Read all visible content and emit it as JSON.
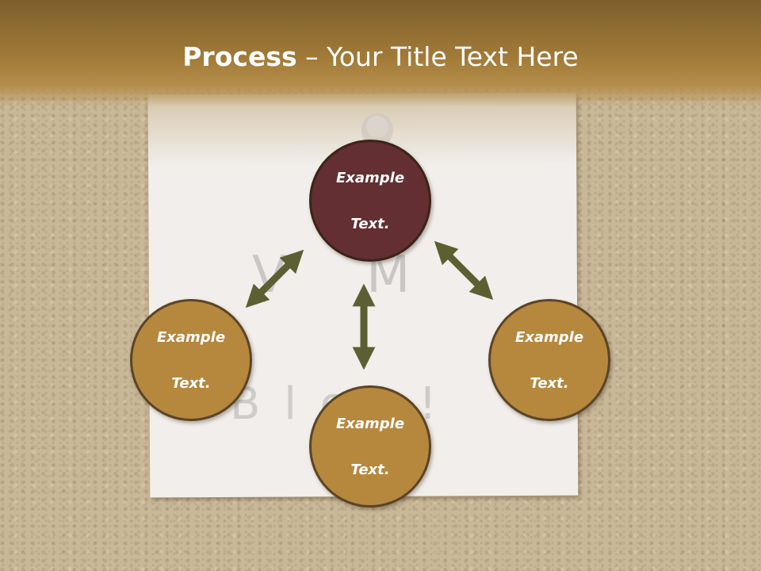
{
  "title": {
    "bold": "Process",
    "rest": " – Your Title Text Here"
  },
  "nodes": {
    "top": [
      "Example",
      "Text."
    ],
    "left": [
      "Example",
      "Text."
    ],
    "right": [
      "Example",
      "Text."
    ],
    "bottom": [
      "Example",
      "Text."
    ]
  },
  "note_scribble": {
    "line1": "V M",
    "line2": "B l o c !"
  },
  "colors": {
    "header": "#a27b38",
    "node_center": "#632f32",
    "node_outer": "#b5883e",
    "arrow": "#5b5f32",
    "title_text": "#ffffff"
  }
}
